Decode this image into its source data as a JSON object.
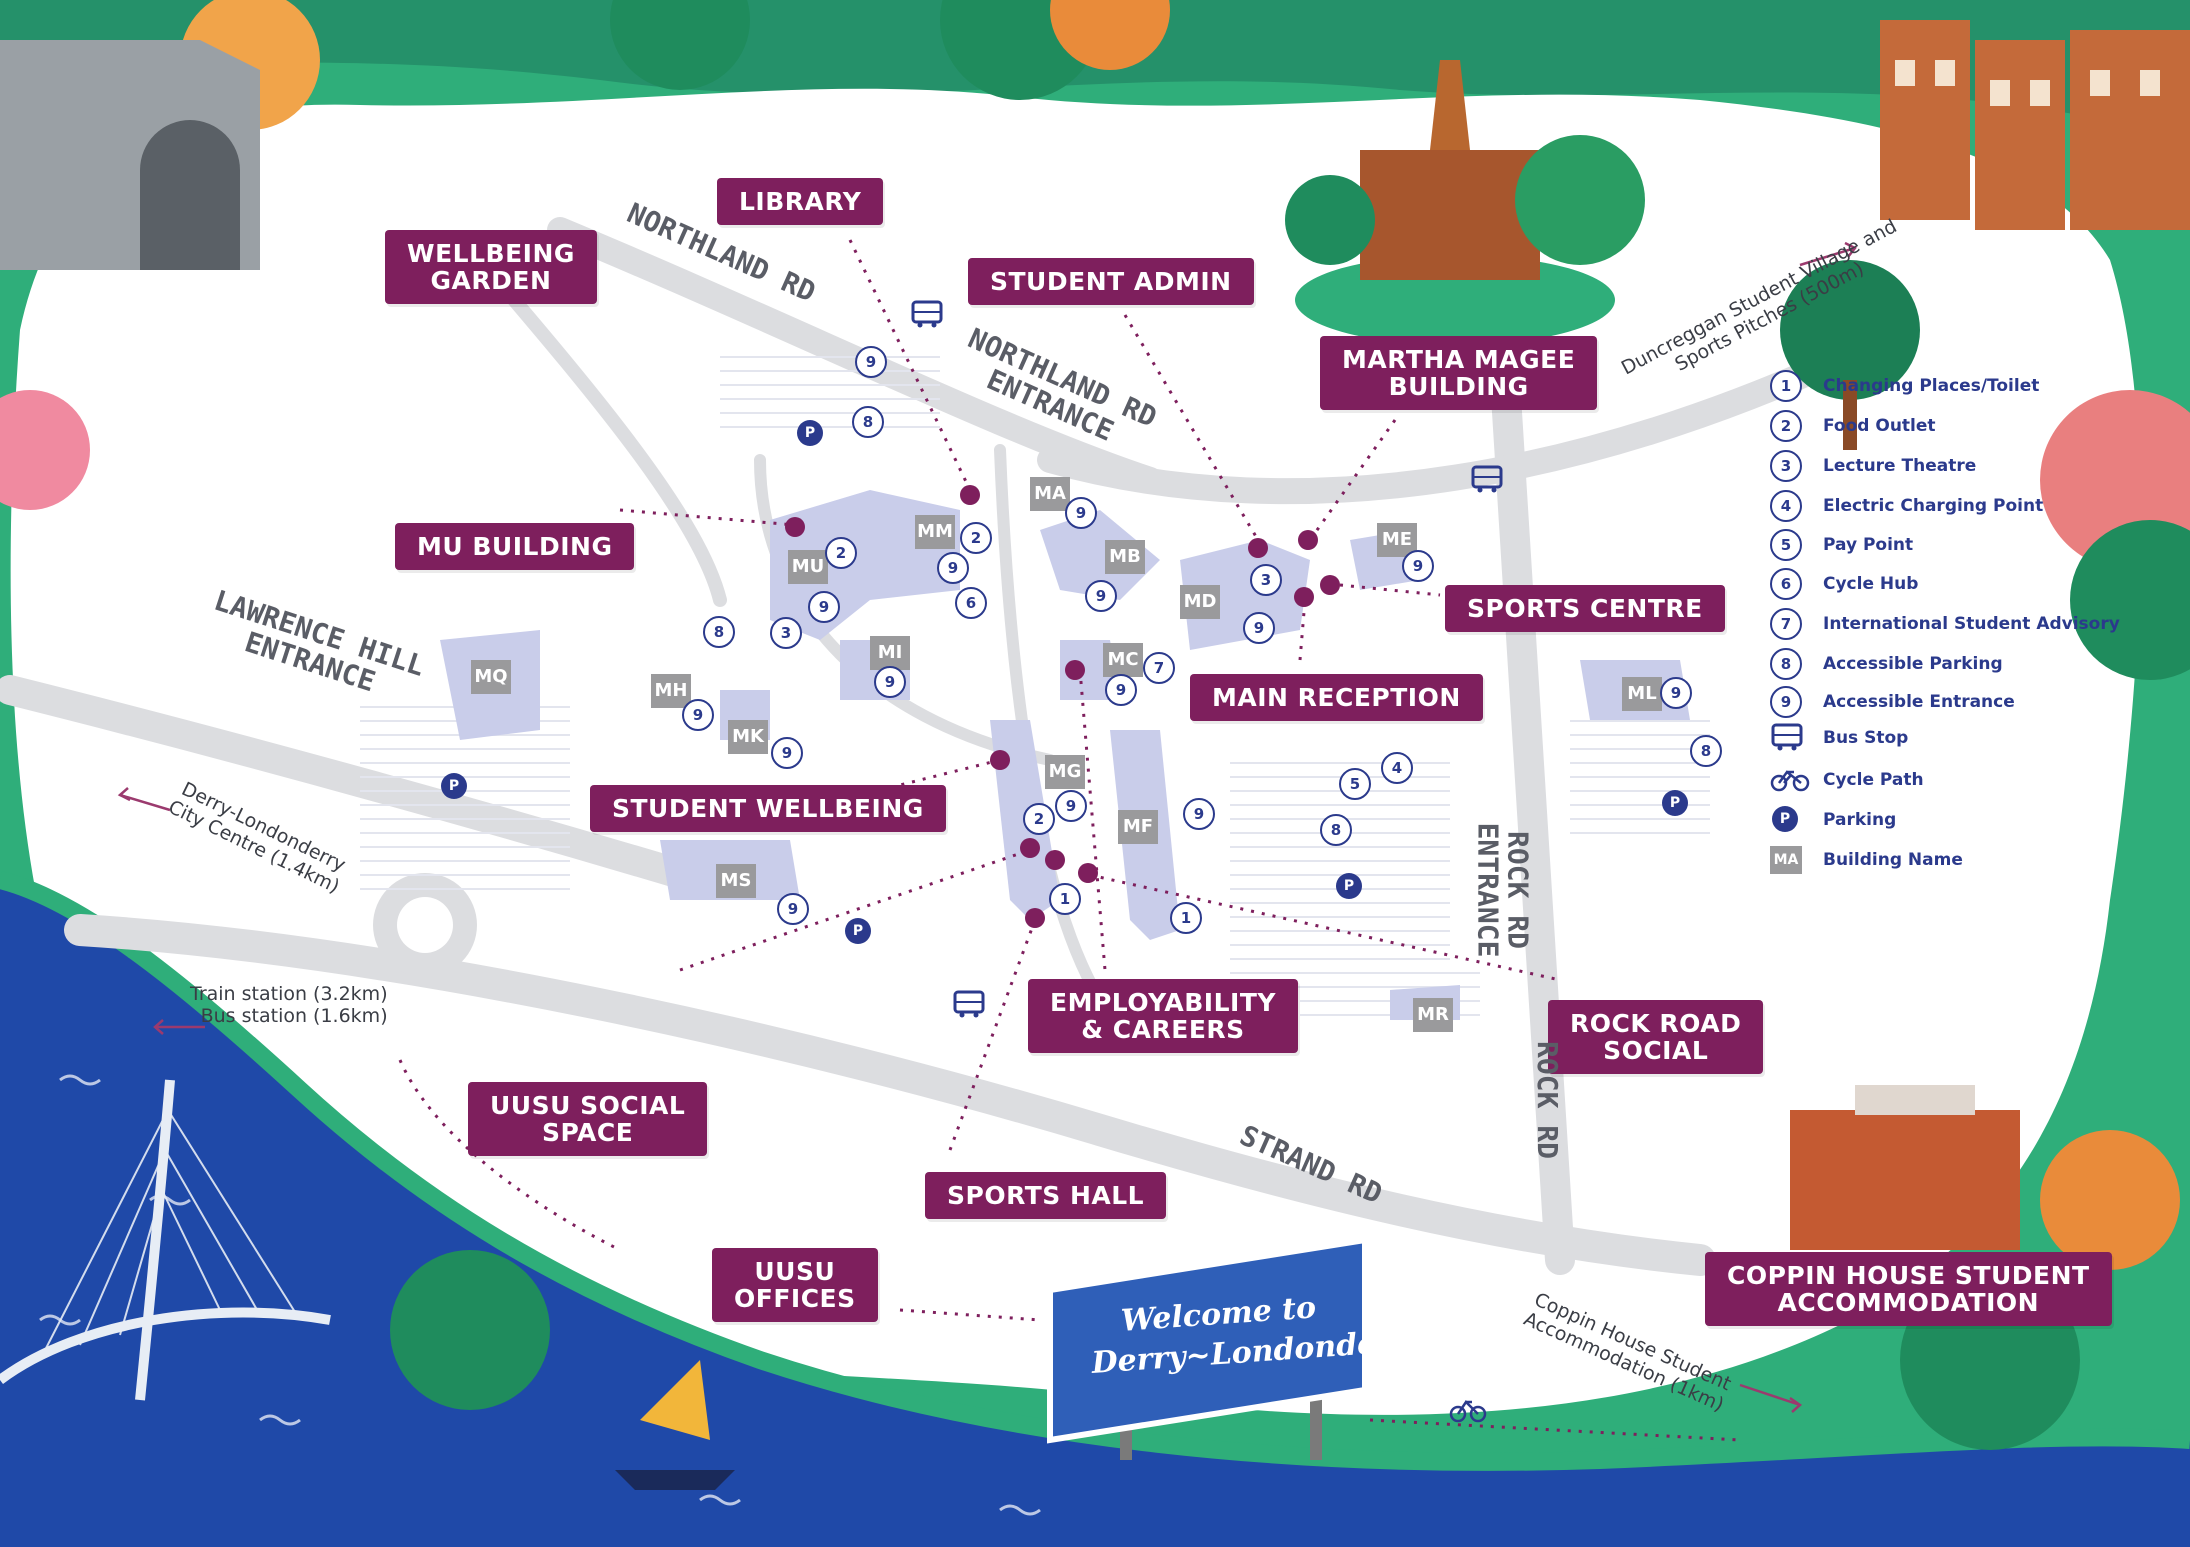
{
  "colors": {
    "label_bg": "#7e1f5d",
    "legend_text": "#2b3a8c",
    "road": "#dcdde0",
    "building": "#c9cdea",
    "river": "#1f49a8",
    "grass": "#2fae7a",
    "sign_blue": "#2f5fb8",
    "route_dots": "#7e1f5d"
  },
  "labels": {
    "library": "LIBRARY",
    "wellbeing_garden": "WELLBEING\nGARDEN",
    "student_admin": "STUDENT ADMIN",
    "martha_magee": "MARTHA MAGEE\nBUILDING",
    "mu_building": "MU BUILDING",
    "sports_centre": "SPORTS CENTRE",
    "main_reception": "MAIN RECEPTION",
    "student_wellbeing": "STUDENT WELLBEING",
    "employability": "EMPLOYABILITY\n& CAREERS",
    "rock_road_social": "ROCK ROAD\nSOCIAL",
    "uusu_social": "UUSU SOCIAL\nSPACE",
    "uusu_offices": "UUSU\nOFFICES",
    "sports_hall": "SPORTS HALL",
    "coppin_house": "COPPIN HOUSE STUDENT\nACCOMMODATION"
  },
  "roads": {
    "northland_rd": "NORTHLAND RD",
    "northland_entrance": "NORTHLAND RD\nENTRANCE",
    "lawrence_hill": "LAWRENCE HILL\nENTRANCE",
    "rock_rd_entrance": "ROCK RD\nENTRANCE",
    "rock_rd": "ROCK RD",
    "strand_rd": "STRAND RD"
  },
  "directions": {
    "duncreggan": "Duncreggan Student Village and\nSports Pitches (500m)",
    "city_centre": "Derry-Londonderry\nCity Centre (1.4km)",
    "train_bus": "Train station (3.2km)\nBus station (1.6km)",
    "coppin_dir": "Coppin House Student\nAccommodation (1km)"
  },
  "welcome_sign": "Welcome to\nDerry~Londonderry",
  "buildings": [
    "MA",
    "MM",
    "MU",
    "MB",
    "ME",
    "MD",
    "MI",
    "MH",
    "MC",
    "MK",
    "MQ",
    "MG",
    "MF",
    "MS",
    "ML",
    "MR"
  ],
  "legend": [
    {
      "icon": "num",
      "symbol": "1",
      "label": "Changing Places/Toilet"
    },
    {
      "icon": "num",
      "symbol": "2",
      "label": "Food Outlet"
    },
    {
      "icon": "num",
      "symbol": "3",
      "label": "Lecture Theatre"
    },
    {
      "icon": "num",
      "symbol": "4",
      "label": "Electric Charging Point"
    },
    {
      "icon": "num",
      "symbol": "5",
      "label": "Pay Point"
    },
    {
      "icon": "num",
      "symbol": "6",
      "label": "Cycle Hub"
    },
    {
      "icon": "num",
      "symbol": "7",
      "label": "International Student Advisory"
    },
    {
      "icon": "num",
      "symbol": "8",
      "label": "Accessible Parking"
    },
    {
      "icon": "num",
      "symbol": "9",
      "label": "Accessible Entrance"
    },
    {
      "icon": "bus-icon",
      "symbol": "",
      "label": "Bus Stop"
    },
    {
      "icon": "bike-icon",
      "symbol": "",
      "label": "Cycle Path"
    },
    {
      "icon": "pk",
      "symbol": "P",
      "label": "Parking"
    },
    {
      "icon": "bldg",
      "symbol": "MA",
      "label": "Building Name"
    }
  ],
  "markers": {
    "parking": "P"
  }
}
